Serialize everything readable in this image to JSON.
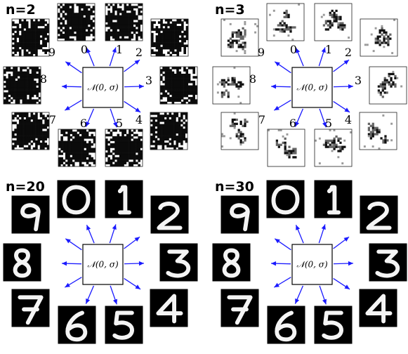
{
  "center_label": "𝒩(0, σ)",
  "panels": [
    {
      "title": "n=2",
      "variant": "noise-dark",
      "labels": [
        "0",
        "1",
        "2",
        "3",
        "4",
        "5",
        "6",
        "7",
        "8",
        "9"
      ]
    },
    {
      "title": "n=3",
      "variant": "noise-light",
      "labels": [
        "0",
        "1",
        "2",
        "3",
        "4",
        "5",
        "6",
        "7",
        "8",
        "9"
      ]
    },
    {
      "title": "n=20",
      "variant": "digits",
      "labels": [
        "0",
        "1",
        "2",
        "3",
        "4",
        "5",
        "6",
        "7",
        "8",
        "9"
      ]
    },
    {
      "title": "n=30",
      "variant": "digits",
      "labels": [
        "0",
        "1",
        "2",
        "3",
        "4",
        "5",
        "6",
        "7",
        "8",
        "9"
      ]
    }
  ],
  "colors": {
    "arrow": "#1a1aff",
    "tile_dark": "#000000",
    "tile_light": "#ffffff"
  }
}
